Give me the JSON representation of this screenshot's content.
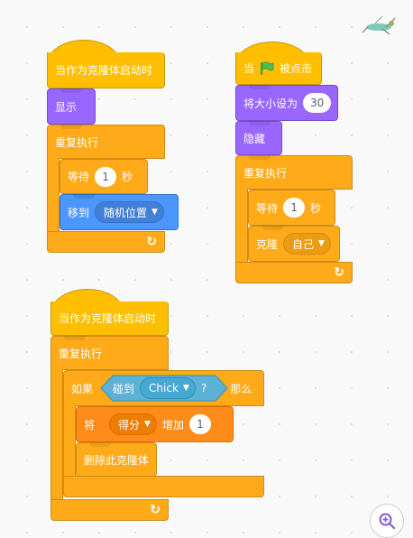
{
  "script1": {
    "hat": "当作为克隆体启动时",
    "show": "显示",
    "forever": "重复执行",
    "wait_prefix": "等待",
    "wait_value": "1",
    "wait_suffix": "秒",
    "goto_prefix": "移到",
    "goto_target": "随机位置"
  },
  "script2": {
    "hat_prefix": "当",
    "hat_suffix": "被点击",
    "size_prefix": "将大小设为",
    "size_value": "30",
    "hide": "隐藏",
    "forever": "重复执行",
    "wait_prefix": "等待",
    "wait_value": "1",
    "wait_suffix": "秒",
    "clone_prefix": "克隆",
    "clone_target": "自己"
  },
  "script3": {
    "hat": "当作为克隆体启动时",
    "forever": "重复执行",
    "if_prefix": "如果",
    "touching_prefix": "碰到",
    "touching_target": "Chick",
    "touching_q": "?",
    "if_suffix": "那么",
    "change_prefix": "将",
    "change_var": "得分",
    "change_mid": "增加",
    "change_value": "1",
    "delete": "删除此克隆体"
  },
  "icons": [
    "green-flag-icon",
    "dropdown-caret-icon",
    "loop-arrow-icon",
    "zoom-in-icon",
    "sprite-thumbnail"
  ]
}
